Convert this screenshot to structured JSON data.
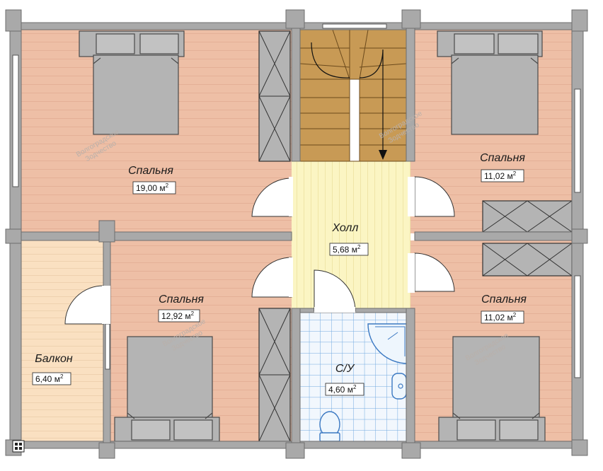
{
  "rooms": {
    "bedroom_top_left": {
      "label": "Спальня",
      "area": "19,00 м",
      "sup": "2"
    },
    "bedroom_top_right": {
      "label": "Спальня",
      "area": "11,02 м",
      "sup": "2"
    },
    "hall": {
      "label": "Холл",
      "area": "5,68 м",
      "sup": "2"
    },
    "bedroom_bottom_mid": {
      "label": "Спальня",
      "area": "12,92 м",
      "sup": "2"
    },
    "bedroom_bottom_right": {
      "label": "Спальня",
      "area": "11,02 м",
      "sup": "2"
    },
    "balcony": {
      "label": "Балкон",
      "area": "6,40 м",
      "sup": "2"
    },
    "bathroom": {
      "label": "С/У",
      "area": "4,60 м",
      "sup": "2"
    }
  },
  "watermark": {
    "line1": "Волгоградское",
    "line2": "Зодчество"
  },
  "colors": {
    "bedroom_floor": "#eebfa6",
    "hall_floor": "#fbf5c3",
    "balcony_floor": "#fae0c1",
    "bathroom_floor": "#f2f7fd",
    "bathroom_tile_line": "#6fa8e0",
    "stairs": "#c89a55",
    "walls": "#a9a9a9",
    "furniture": "#b4b4b4"
  }
}
